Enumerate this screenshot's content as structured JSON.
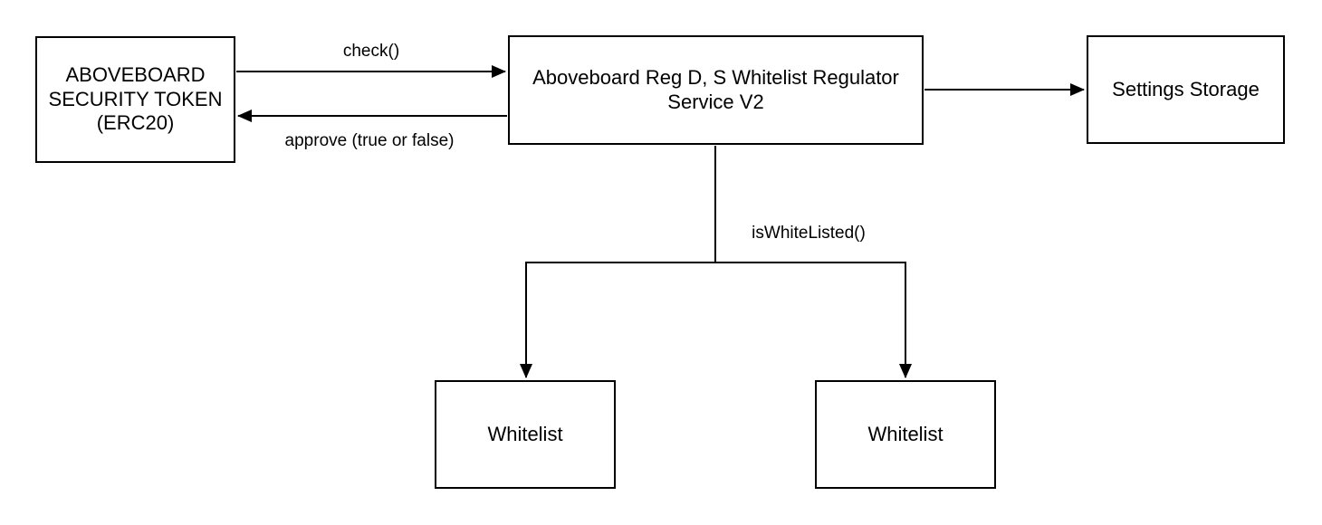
{
  "diagram": {
    "colors": {
      "stroke": "#000000",
      "fill": "#ffffff",
      "text": "#000000",
      "background": "#ffffff"
    },
    "nodes": {
      "token": {
        "label": "ABOVEBOARD\nSECURITY TOKEN\n(ERC20)"
      },
      "regulator": {
        "label": "Aboveboard Reg D, S Whitelist Regulator\nService V2"
      },
      "settings": {
        "label": "Settings Storage"
      },
      "whitelist_left": {
        "label": "Whitelist"
      },
      "whitelist_right": {
        "label": "Whitelist"
      }
    },
    "edges": {
      "check": {
        "from": "token",
        "to": "regulator",
        "label": "check()"
      },
      "approve": {
        "from": "regulator",
        "to": "token",
        "label": "approve (true or false)"
      },
      "to_settings": {
        "from": "regulator",
        "to": "settings",
        "label": ""
      },
      "is_whitelisted": {
        "from": "regulator",
        "to": [
          "whitelist_left",
          "whitelist_right"
        ],
        "label": "isWhiteListed()"
      }
    }
  }
}
